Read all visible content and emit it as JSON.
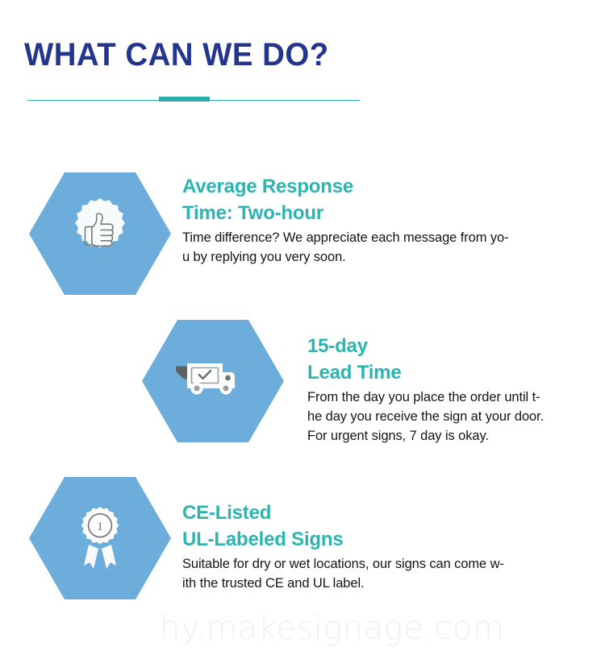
{
  "header": {
    "title": "WHAT CAN WE DO?",
    "divider_color": "#2BAFAC",
    "title_color": "#23358C"
  },
  "theme": {
    "hex_fill": "#6CADDC",
    "heading_color": "#2BB5B1",
    "body_color": "#151515",
    "icon_white": "#FFFFFF",
    "icon_gray": "#6E6E6E"
  },
  "features": [
    {
      "icon": "thumbs-up-badge-icon",
      "heading_lines": [
        "Average Response",
        "Time: Two-hour"
      ],
      "body_lines": [
        "Time difference? We appreciate each message from yo-",
        "u by replying you very soon."
      ]
    },
    {
      "icon": "delivery-truck-icon",
      "heading_lines": [
        "15-day",
        "Lead Time"
      ],
      "body_lines": [
        "From the day you place the order until t-",
        "he day you receive the sign at your door.",
        "For urgent signs, 7 day is okay."
      ]
    },
    {
      "icon": "award-ribbon-icon",
      "heading_lines": [
        "CE-Listed",
        "UL-Labeled Signs"
      ],
      "body_lines": [
        "Suitable for dry or wet locations, our signs can come w-",
        "ith the trusted CE and UL label."
      ]
    }
  ],
  "watermark": {
    "text": "hy.makesignage.com"
  }
}
